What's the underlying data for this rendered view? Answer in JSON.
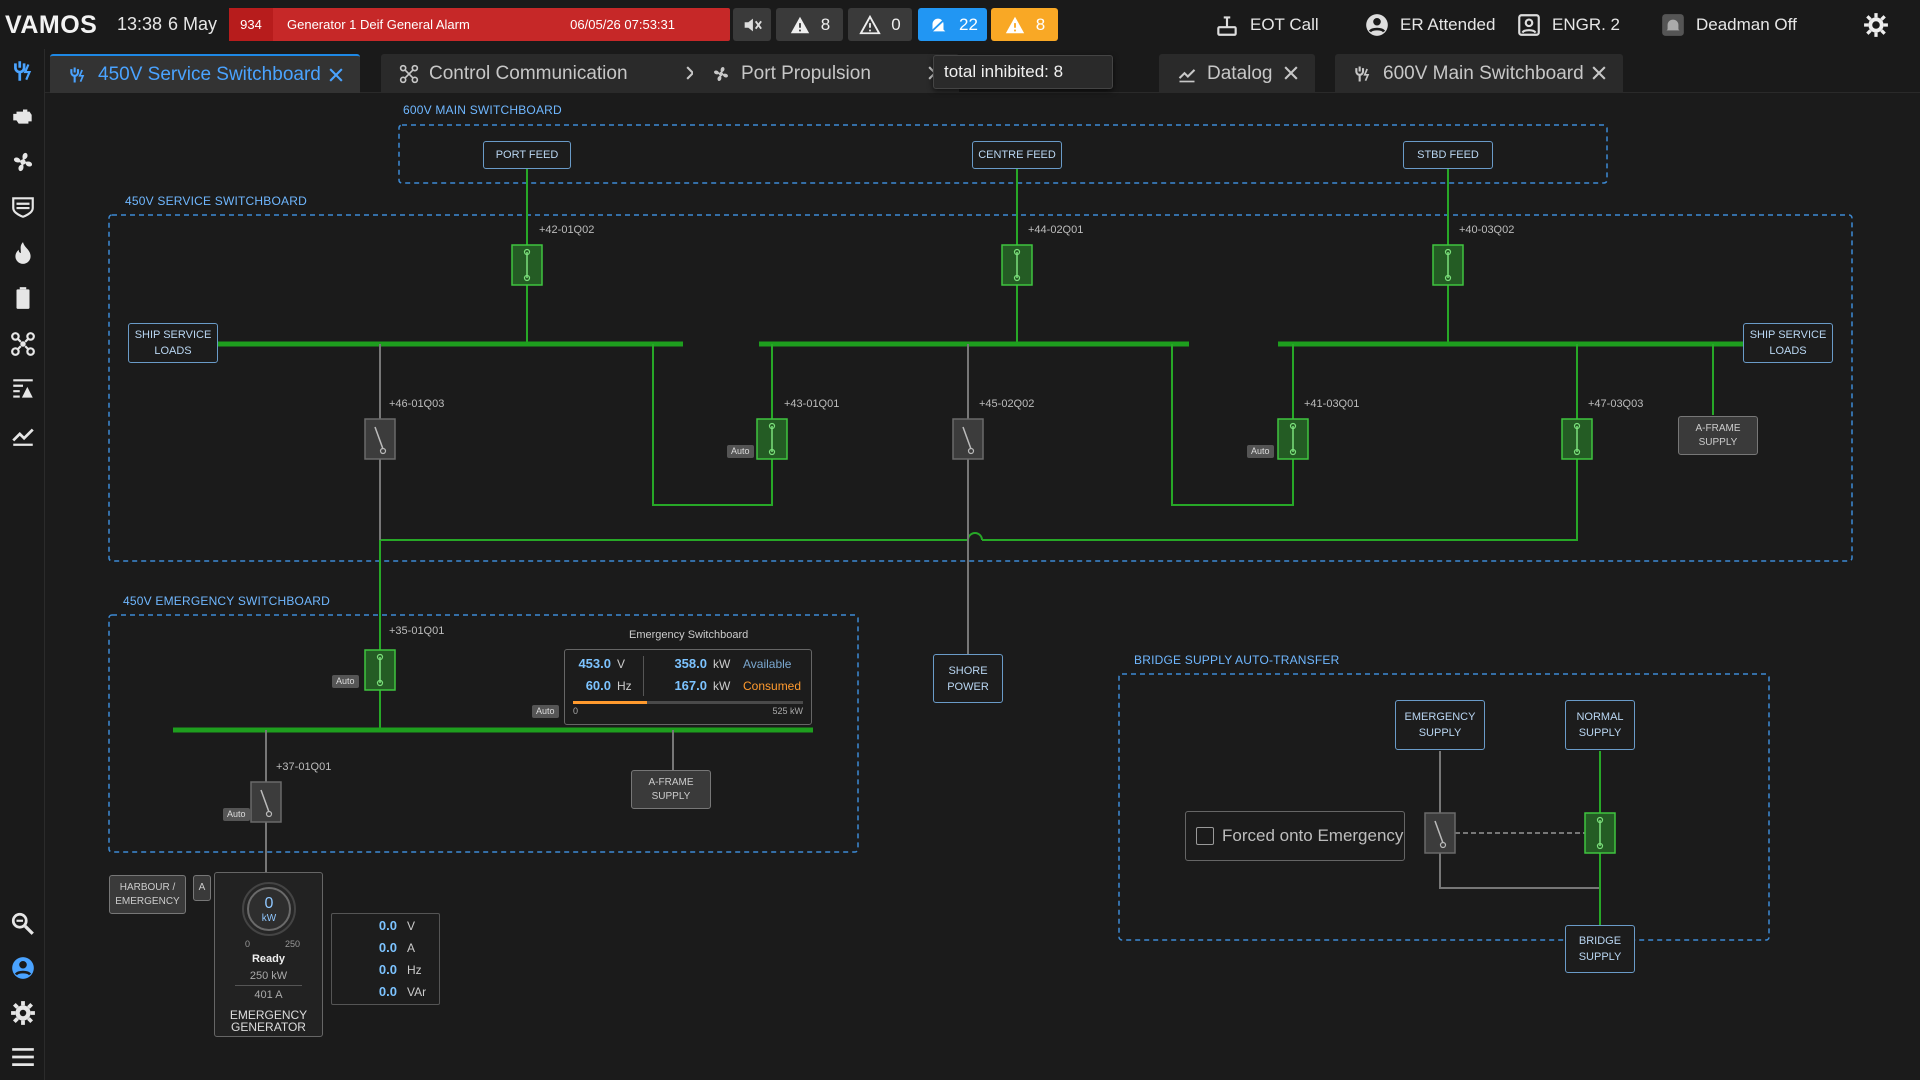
{
  "app": {
    "brand": "VAMOS",
    "time": "13:38",
    "date": "6 May"
  },
  "alarm": {
    "code": "934",
    "message": "Generator 1 Deif General Alarm",
    "timestamp": "06/05/26 07:53:31",
    "color": "#c62828"
  },
  "counters": {
    "warnings": "8",
    "alerts": "0",
    "inhibited": "22",
    "active": "8",
    "inhibited_color": "#2196f3",
    "active_color": "#f9a825"
  },
  "status": {
    "eot": "EOT Call",
    "er": "ER Attended",
    "engr": "ENGR. 2",
    "deadman": "Deadman Off"
  },
  "tabs": [
    {
      "label": "450V Service Switchboard",
      "active": true
    },
    {
      "label": "Control Communication"
    },
    {
      "label": "Port Propulsion"
    },
    {
      "label": "Datalog"
    },
    {
      "label": "600V Main Switchboard"
    }
  ],
  "tooltip": "total inhibited: 8",
  "sections": {
    "main600": "600V MAIN SWITCHBOARD",
    "service450": "450V SERVICE SWITCHBOARD",
    "emergency450": "450V EMERGENCY SWITCHBOARD",
    "bridge": "BRIDGE SUPPLY AUTO-TRANSFER"
  },
  "nodes": {
    "port_feed": "PORT FEED",
    "centre_feed": "CENTRE FEED",
    "stbd_feed": "STBD FEED",
    "ship_service_left": "SHIP SERVICE LOADS",
    "ship_service_right": "SHIP SERVICE LOADS",
    "aframe_service": "A-FRAME SUPPLY",
    "aframe_emerg": "A-FRAME SUPPLY",
    "shore_power": "SHORE POWER",
    "harbour": "HARBOUR / EMERGENCY",
    "emergency_supply": "EMERGENCY SUPPLY",
    "normal_supply": "NORMAL SUPPLY",
    "bridge_supply": "BRIDGE SUPPLY"
  },
  "breakers": {
    "b1": "+42-01Q02",
    "b2": "+44-02Q01",
    "b3": "+40-03Q02",
    "b4": "+46-01Q03",
    "b5": "+43-01Q01",
    "b6": "+45-02Q02",
    "b7": "+41-03Q01",
    "b8": "+47-03Q03",
    "b9": "+35-01Q01",
    "b10": "+37-01Q01"
  },
  "auto_label": "Auto",
  "meter": {
    "title": "Emergency Switchboard",
    "voltage": "453.0",
    "v_unit": "V",
    "freq": "60.0",
    "f_unit": "Hz",
    "kw_avail": "358.0",
    "kw_unit": "kW",
    "avail_label": "Available",
    "kw_cons": "167.0",
    "cons_label": "Consumed",
    "scale_min": "0",
    "scale_max": "525 kW",
    "load_fraction": 0.32
  },
  "generator": {
    "kw": "0",
    "kw_unit": "kW",
    "dial_min": "0",
    "dial_max": "250",
    "state": "Ready",
    "rating_kw": "250 kW",
    "rating_a": "401 A",
    "name": "EMERGENCY GENERATOR",
    "read_v": "0.0",
    "read_a": "0.0",
    "read_hz": "0.0",
    "read_var": "0.0",
    "u_v": "V",
    "u_a": "A",
    "u_hz": "Hz",
    "u_var": "VAr",
    "side_tag": "A"
  },
  "forced_label": "Forced onto Emergency",
  "colors": {
    "bus_green": "#1e9e1e",
    "live_line": "#27a827",
    "accent_blue": "#4aa3ff"
  }
}
